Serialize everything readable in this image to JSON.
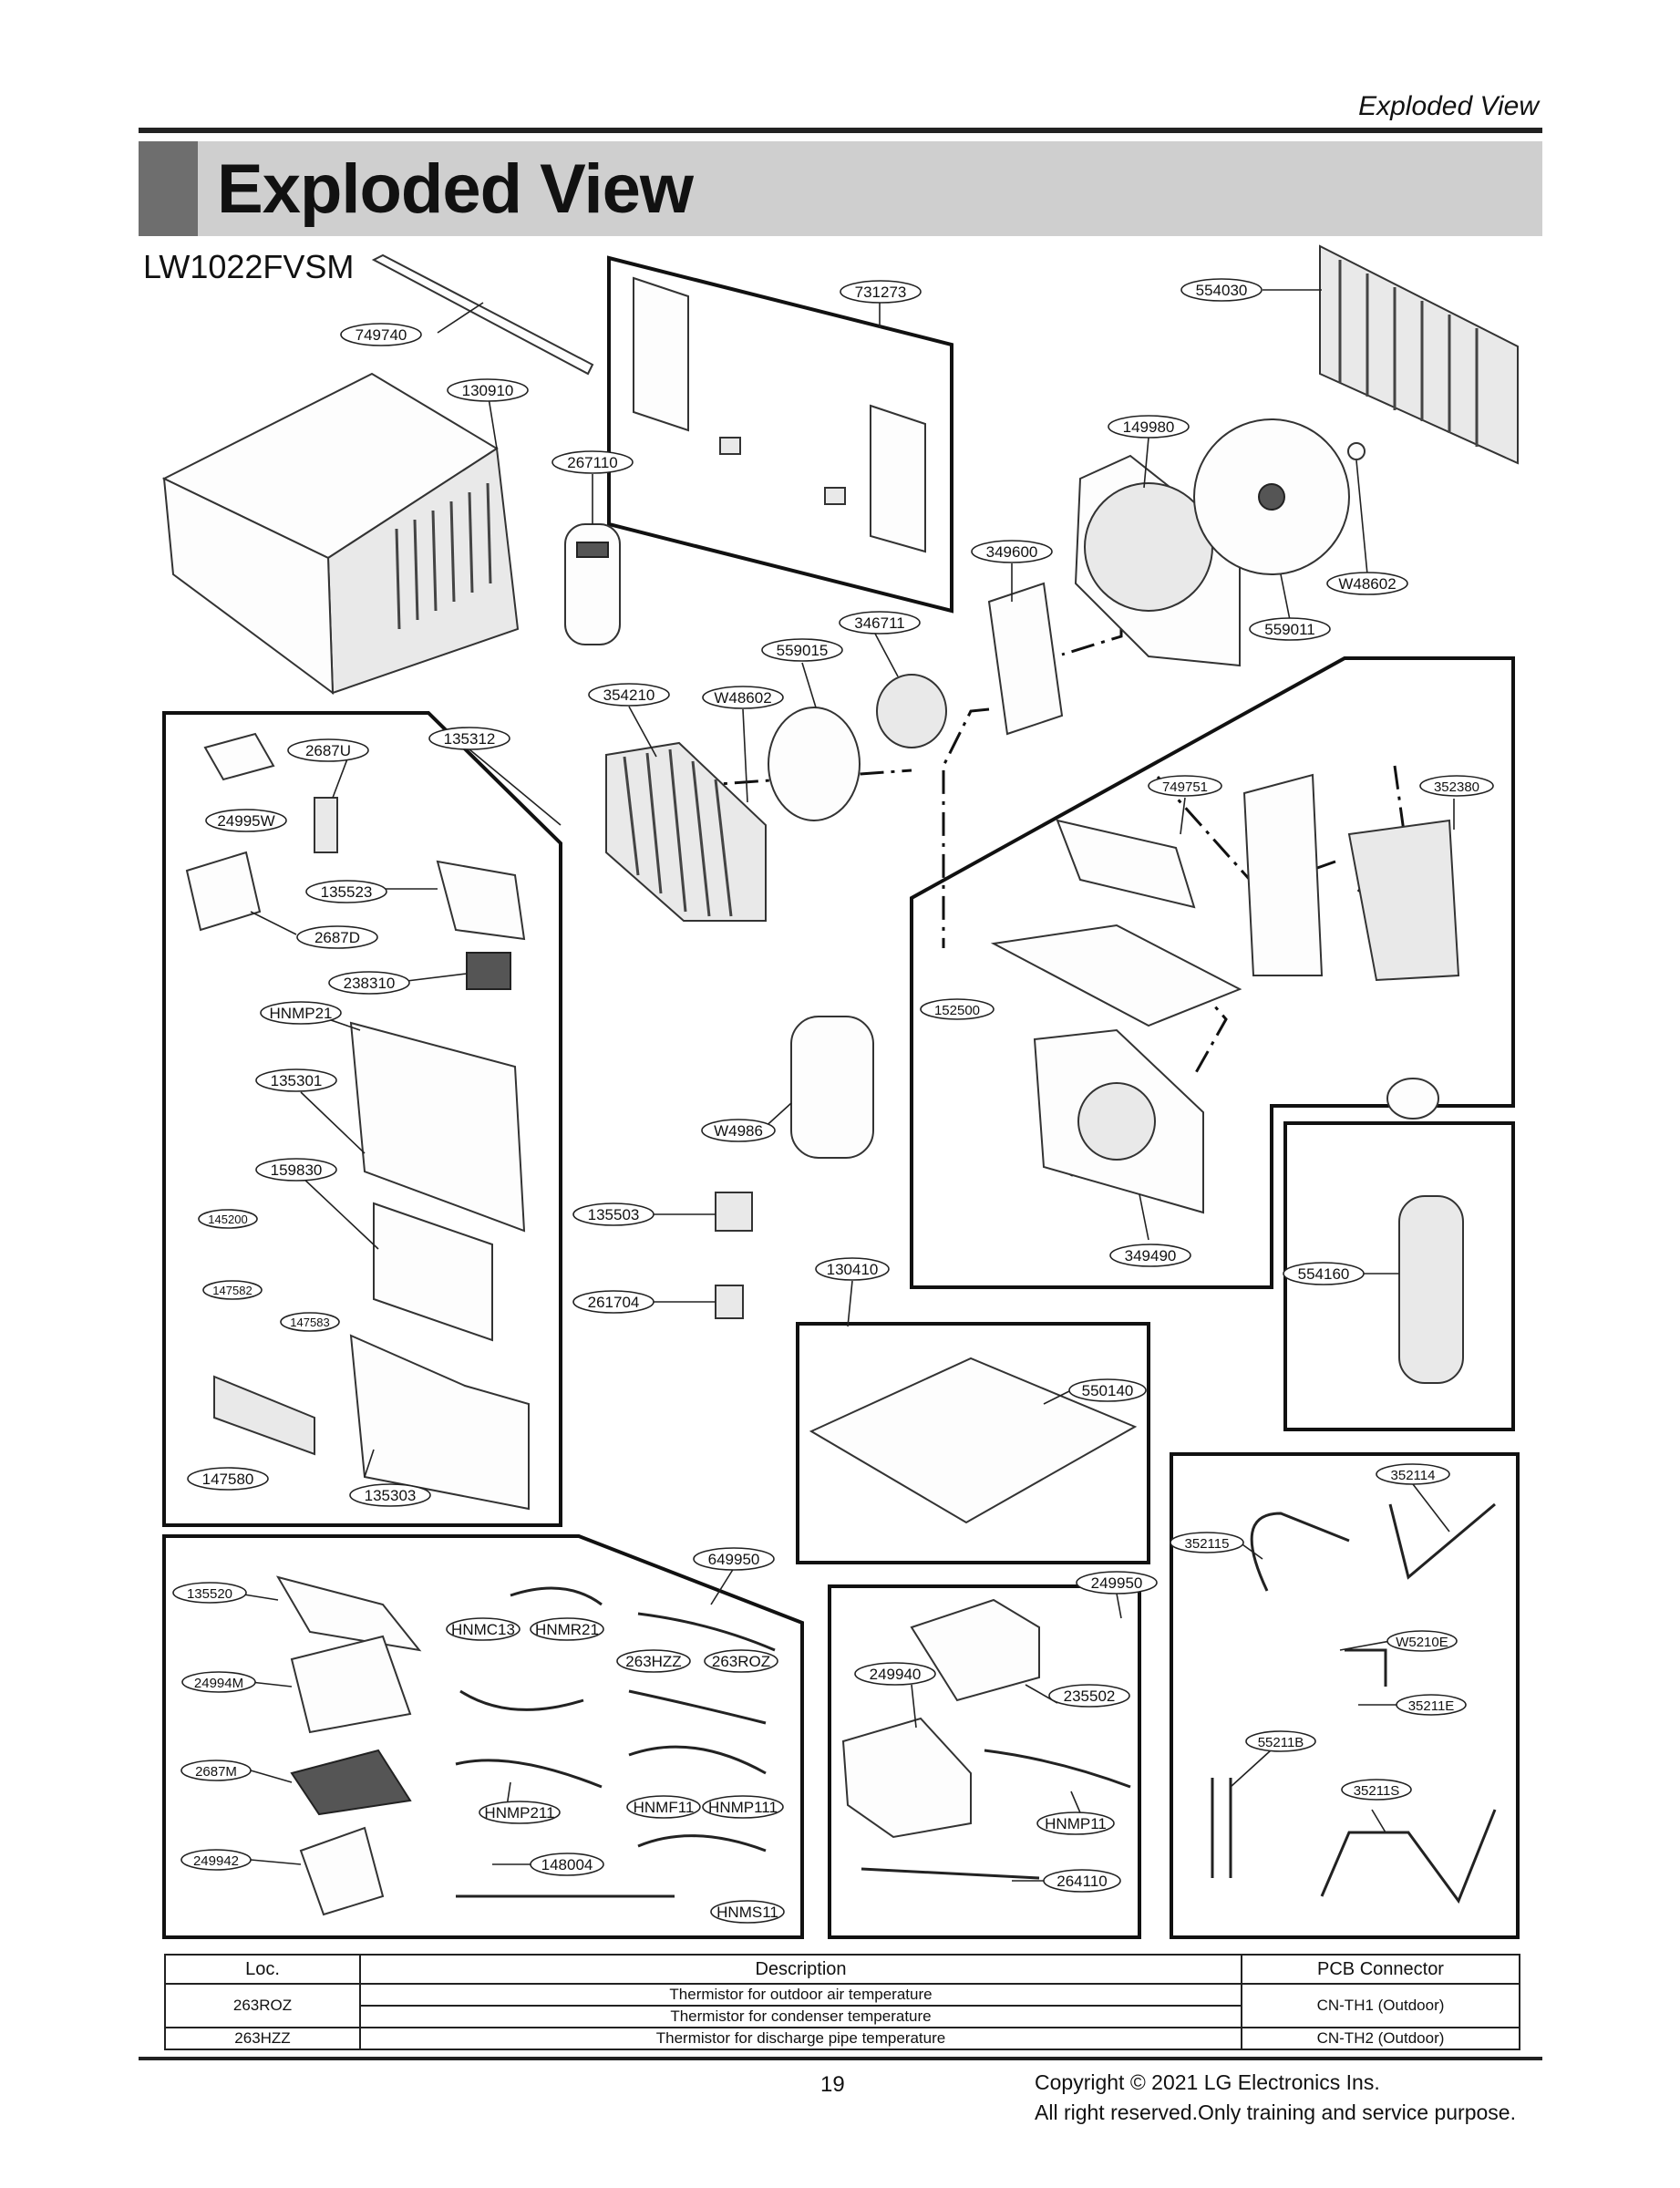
{
  "header": {
    "section": "Exploded View",
    "title": "Exploded View",
    "model": "LW1022FVSM"
  },
  "parts": {
    "p749740": "749740",
    "p130910": "130910",
    "p267110": "267110",
    "p731273": "731273",
    "p554030": "554030",
    "p149980": "149980",
    "p349600": "349600",
    "pW48602a": "W48602",
    "p559011": "559011",
    "p346711": "346711",
    "p559015": "559015",
    "p354210": "354210",
    "pW48602b": "W48602",
    "p2687U": "2687U",
    "p135312": "135312",
    "p24995W": "24995W",
    "p135523": "135523",
    "p2687D": "2687D",
    "p238310": "238310",
    "pHNMP21": "HNMP21",
    "p135301": "135301",
    "p159830": "159830",
    "p145200": "145200",
    "p147582": "147582",
    "p147583": "147583",
    "p147580": "147580",
    "p135303": "135303",
    "p749751": "749751",
    "p352380": "352380",
    "p152500": "152500",
    "p349490": "349490",
    "pW4986": "W4986",
    "p135503": "135503",
    "p130410": "130410",
    "p261704": "261704",
    "p554160": "554160",
    "p550140": "550140",
    "p352114": "352114",
    "p352115": "352115",
    "pW5210E": "W5210E",
    "p35211E": "35211E",
    "p55211B": "55211B",
    "p35211S": "35211S",
    "p649950": "649950",
    "p135520": "135520",
    "pHNMC13": "HNMC13",
    "pHNMR21": "HNMR21",
    "p263HZZ": "263HZZ",
    "p263ROZ": "263ROZ",
    "p24994M": "24994M",
    "p2687M": "2687M",
    "pHNMP211": "HNMP211",
    "pHNMF11": "HNMF11",
    "pHNMP111": "HNMP111",
    "p249942": "249942",
    "p148004": "148004",
    "pHNMS11": "HNMS11",
    "p249950": "249950",
    "p249940": "249940",
    "p235502": "235502",
    "pHNMP11": "HNMP11",
    "p264110": "264110"
  },
  "legend": {
    "headers": {
      "loc": "Loc.",
      "description": "Description",
      "pcb": "PCB Connector"
    },
    "rows": [
      {
        "loc": "263ROZ",
        "desc1": "Thermistor for outdoor air temperature",
        "desc2": "Thermistor for condenser temperature",
        "pcb": "CN-TH1 (Outdoor)"
      },
      {
        "loc": "263HZZ",
        "desc1": "Thermistor for discharge pipe temperature",
        "pcb": "CN-TH2 (Outdoor)"
      }
    ]
  },
  "footer": {
    "page": "19",
    "copyright_line1": "Copyright © 2021 LG Electronics Ins.",
    "copyright_line2": "All right reserved.Only training and service purpose."
  }
}
